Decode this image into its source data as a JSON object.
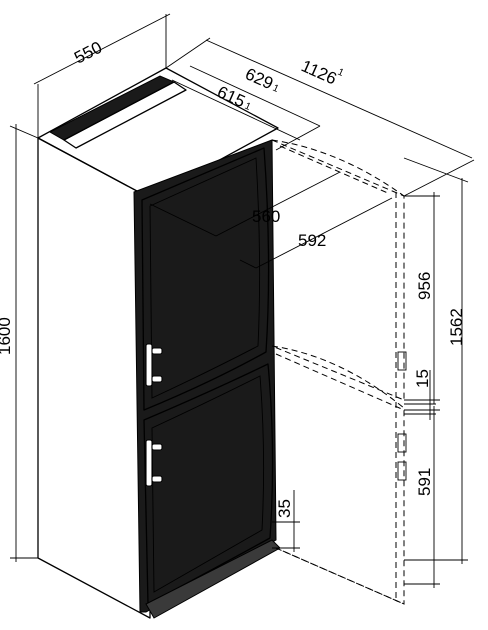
{
  "dimensions": {
    "width": "550",
    "height": "1600",
    "depth_door": "629",
    "depth_door_sup": "1",
    "depth_body": "615",
    "depth_body_sup": "1",
    "depth_open": "1126",
    "depth_open_sup": "1",
    "niche_width": "560",
    "door_width": "592",
    "fridge_section": "956",
    "freezer_section": "591",
    "gap": "15",
    "overall_height": "1562",
    "plinth": "35"
  }
}
